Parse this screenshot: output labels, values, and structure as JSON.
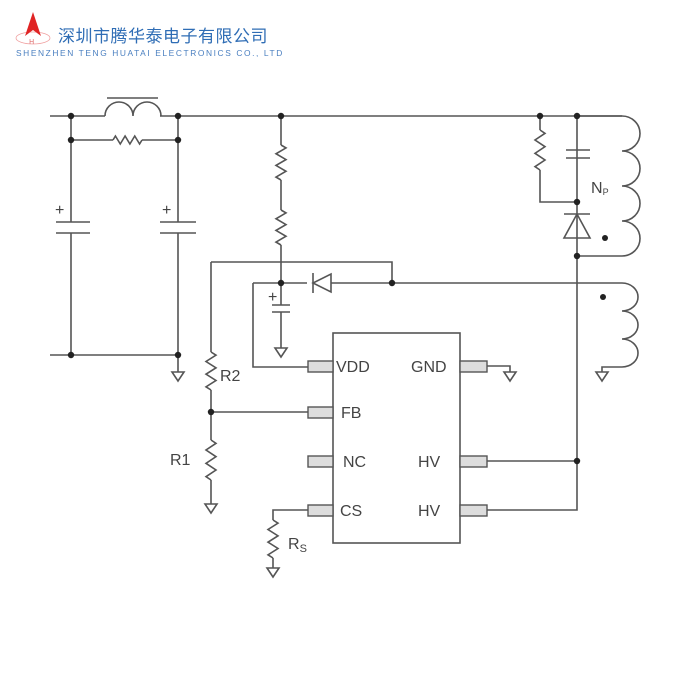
{
  "header": {
    "company_cn": "深圳市腾华泰电子有限公司",
    "company_en": "SHENZHEN TENG HUATAI ELECTRONICS CO., LTD",
    "brand_color": "#2f6db5",
    "logo_color": "#e02424"
  },
  "schematic": {
    "ic_pins_left": [
      "VDD",
      "FB",
      "NC",
      "CS"
    ],
    "ic_pins_right": [
      "GND",
      "HV",
      "HV"
    ],
    "labels": {
      "r2": "R2",
      "r1": "R1",
      "rs_main": "R",
      "rs_sub": "S",
      "np_main": "N",
      "np_sub": "P",
      "plus": "+"
    }
  }
}
